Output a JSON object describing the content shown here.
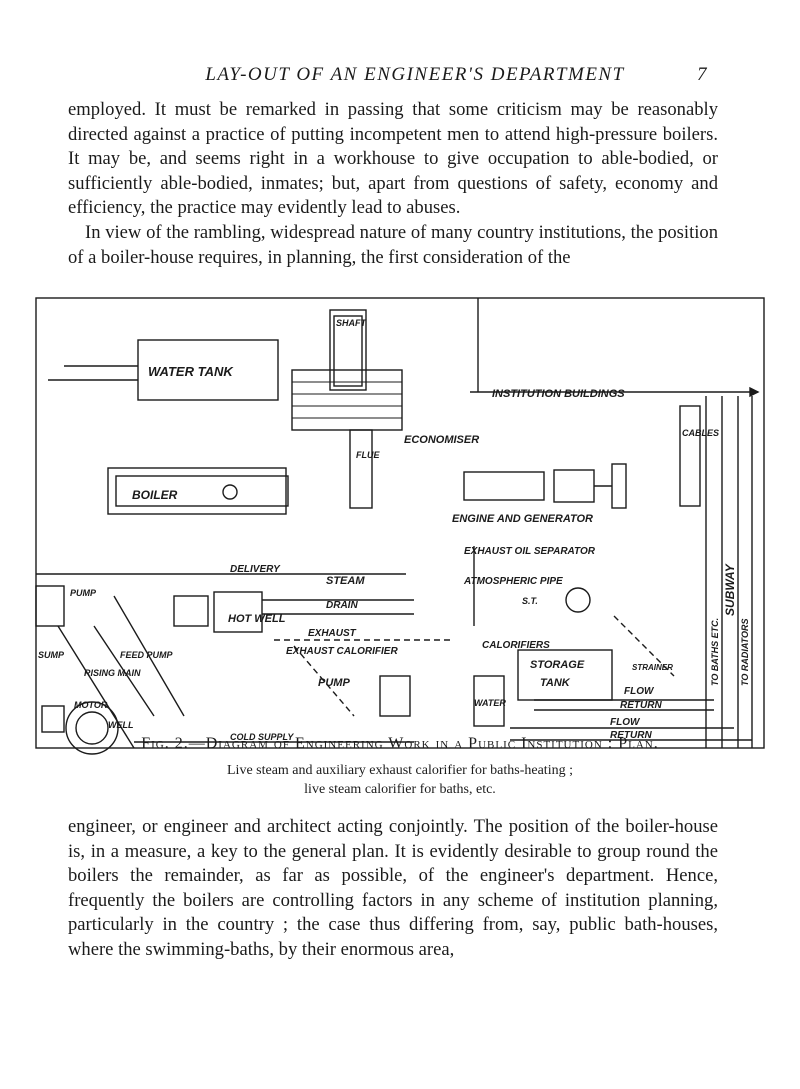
{
  "header": {
    "title": "LAY-OUT OF AN ENGINEER'S DEPARTMENT",
    "page_number": "7"
  },
  "body": {
    "para1": "employed. It must be remarked in passing that some criticism may be reasonably directed against a practice of putting incompetent men to attend high-pressure boilers. It may be, and seems right in a workhouse to give occupation to able-bodied, or sufficiently able-bodied, inmates; but, apart from questions of safety, economy and efficiency, the practice may evidently lead to abuses.",
    "para2": "In view of the rambling, widespread nature of many country institutions, the position of a boiler-house requires, in planning, the first consideration of the",
    "para3": "engineer, or engineer and architect acting conjointly. The position of the boiler-house is, in a measure, a key to the general plan. It is evidently desirable to group round the boilers the remainder, as far as possible, of the engineer's department. Hence, frequently the boilers are controlling factors in any scheme of institution planning, particularly in the country ; the case thus differing from, say, public bath-houses, where the swimming-baths, by their enormous area,"
  },
  "figure": {
    "caption_title": "Fig. 2.—Diagram of Engineering Work in a Public Institution : Plan.",
    "caption_line1": "Live steam and auxiliary exhaust calorifier for baths-heating ;",
    "caption_line2": "live steam calorifier for baths, etc.",
    "labels": {
      "water_tank": "WATER TANK",
      "shaft": "SHAFT",
      "institution_buildings": "INSTITUTION BUILDINGS",
      "economiser": "ECONOMISER",
      "flue": "FLUE",
      "boiler": "BOILER",
      "engine_generator": "ENGINE AND GENERATOR",
      "cables": "CABLES",
      "exhaust_oil_separator": "EXHAUST OIL SEPARATOR",
      "atmospheric_pipe": "ATMOSPHERIC PIPE",
      "delivery": "DELIVERY",
      "steam": "STEAM",
      "drain": "DRAIN",
      "hot_well": "HOT WELL",
      "exhaust": "EXHAUST",
      "exhaust_calorifier": "EXHAUST CALORIFIER",
      "calorifiers": "CALORIFIERS",
      "storage_tank_1": "STORAGE",
      "storage_tank_2": "TANK",
      "pump": "PUMP",
      "pump_left": "PUMP",
      "sump": "SUMP",
      "feed_pump": "FEED PUMP",
      "rising_main": "RISING MAIN",
      "motor": "MOTOR",
      "well": "WELL",
      "water": "WATER",
      "flow_1": "FLOW",
      "return_1": "RETURN",
      "flow_2": "FLOW",
      "return_2": "RETURN",
      "cold_supply": "COLD SUPPLY",
      "st": "S.T.",
      "to_baths": "TO BATHS ETC.",
      "subway": "SUBWAY",
      "to_radiators": "TO RADIATORS",
      "strainer": "STRAINER"
    }
  }
}
